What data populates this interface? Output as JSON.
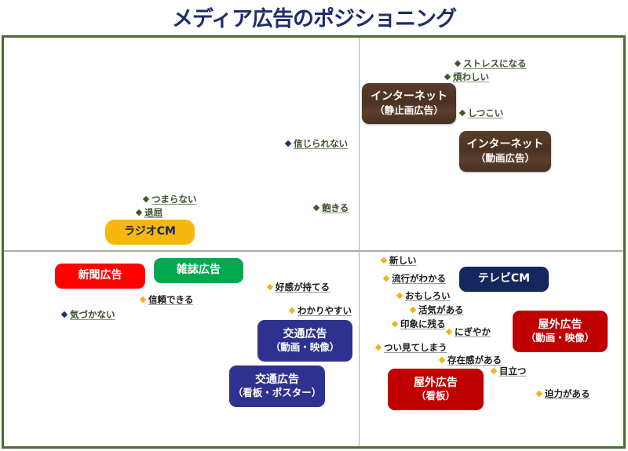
{
  "title": "メディア広告のポジショニング",
  "colors": {
    "title": "#1f2d6b",
    "frame": "#4a6b35",
    "axis": "#a8ae9e",
    "internet": "#4f3524",
    "radio": "#f6b80c",
    "newspaper": "#ff0000",
    "magazine": "#00a94f",
    "tv": "#14275f",
    "transit": "#2f318f",
    "outdoor": "#c00000"
  },
  "media": [
    {
      "id": "internet-static",
      "line1": "インターネット",
      "line2": "（静止画広告）"
    },
    {
      "id": "internet-video",
      "line1": "インターネット",
      "line2": "（動画広告）"
    },
    {
      "id": "radio-cm",
      "line1": "ラジオCM"
    },
    {
      "id": "newspaper",
      "line1": "新聞広告"
    },
    {
      "id": "magazine",
      "line1": "雑誌広告"
    },
    {
      "id": "tv-cm",
      "line1": "テレビCM"
    },
    {
      "id": "transit-video",
      "line1": "交通広告",
      "line2": "（動画・映像）"
    },
    {
      "id": "transit-poster",
      "line1": "交通広告",
      "line2": "（看板・ポスター）"
    },
    {
      "id": "outdoor-video",
      "line1": "屋外広告",
      "line2": "（動画・映像）"
    },
    {
      "id": "outdoor-billboard",
      "line1": "屋外広告",
      "line2": "（看板）"
    }
  ],
  "keywords": [
    "ストレスになる",
    "煩わしい",
    "しつこい",
    "信じられない",
    "つまらない",
    "退屈",
    "飽きる",
    "好感が持てる",
    "信頼できる",
    "気づかない",
    "わかりやすい",
    "新しい",
    "流行がわかる",
    "おもしろい",
    "活気がある",
    "印象に残る",
    "にぎやか",
    "つい見てしまう",
    "存在感がある",
    "目立つ",
    "迫力がある"
  ]
}
